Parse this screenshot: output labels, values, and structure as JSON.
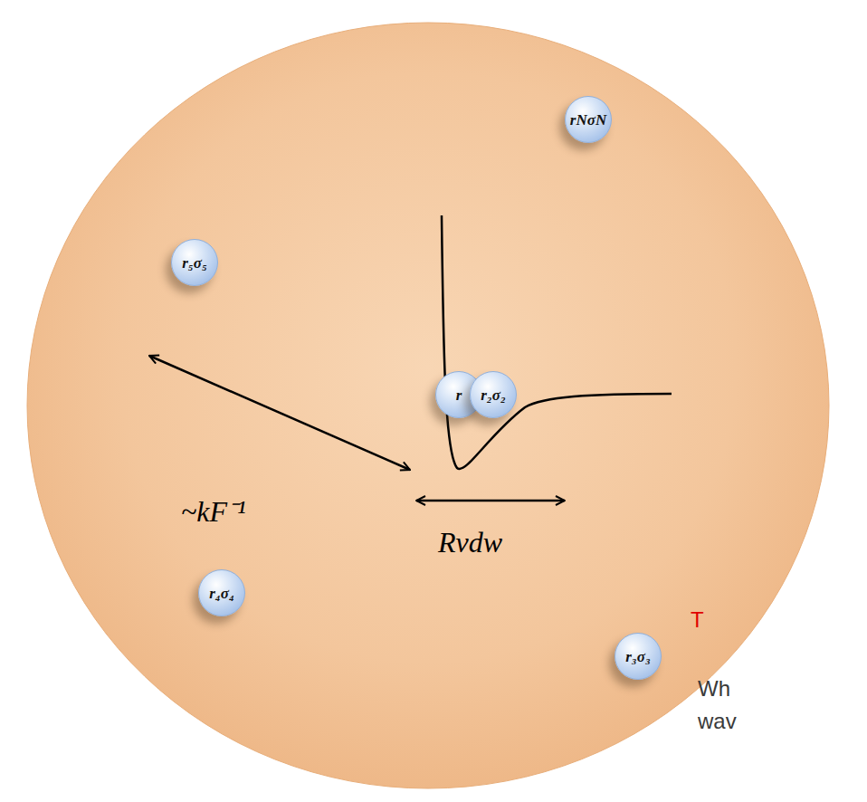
{
  "diagram": {
    "nodes": [
      {
        "text": [
          "rNσN"
        ]
      },
      {
        "text": [
          "r₅σ₅"
        ]
      },
      {
        "text": [
          "r"
        ]
      },
      {
        "text": [
          "r₂σ₂"
        ]
      },
      {
        "text": [
          "r₄σ₄"
        ]
      },
      {
        "text": [
          "r₃σ₃"
        ]
      }
    ],
    "labels": [
      "~kF⁻¹",
      "Rvdw",
      "T",
      "Wh",
      "wav"
    ]
  }
}
